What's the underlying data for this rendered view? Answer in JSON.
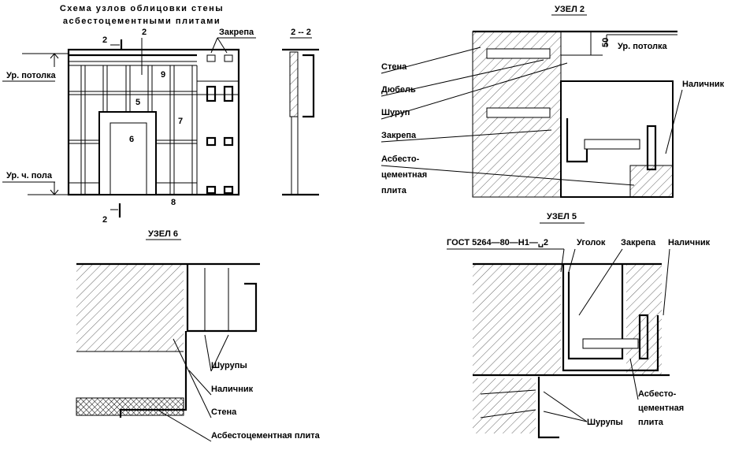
{
  "scheme": {
    "title_line1": "Схема узлов облицовки стены",
    "title_line2": "асбестоцементными плитами",
    "label_zakrepa": "Закрепа",
    "level_ceiling": "Ур. потолка",
    "level_floor": "Ур. ч. пола",
    "section_mark": "2",
    "section_title": "2 -- 2",
    "callouts": [
      "2",
      "9",
      "5",
      "6",
      "7",
      "8"
    ]
  },
  "node2": {
    "title": "УЗЕЛ 2",
    "labels": [
      "Стена",
      "Дюбель",
      "Шуруп",
      "Закрепа",
      "Асбесто-",
      "цементная",
      "плита"
    ],
    "level_ceiling": "Ур. потолка",
    "dimension": "50",
    "nalichnik": "Наличник"
  },
  "node6": {
    "title": "УЗЕЛ 6",
    "labels": [
      "Шурупы",
      "Наличник",
      "Стена",
      "Асбестоцементная плита"
    ]
  },
  "node5": {
    "title": "УЗЕЛ 5",
    "top_labels": [
      "ГОСТ 5264—80—Н1—␣2",
      "Уголок",
      "Закрепа",
      "Наличник"
    ],
    "shurupy": "Шурупы",
    "plate_label": [
      "Асбесто-",
      "цементная",
      "плита"
    ]
  }
}
